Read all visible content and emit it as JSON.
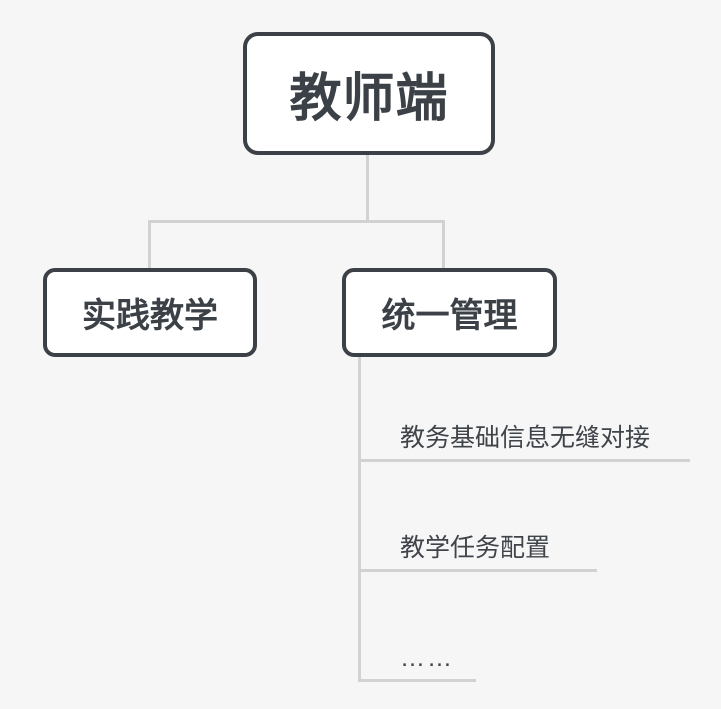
{
  "root": {
    "label": "教师端"
  },
  "children": [
    {
      "label": "实践教学",
      "items": []
    },
    {
      "label": "统一管理",
      "items": [
        {
          "label": "教务基础信息无缝对接"
        },
        {
          "label": "教学任务配置"
        },
        {
          "label": "……"
        }
      ]
    }
  ],
  "colors": {
    "background": "#f6f6f6",
    "node-border": "#3b4146",
    "node-fill": "#ffffff",
    "node-text": "#3b4146",
    "connector": "#d2d2d2",
    "item-text": "#3f444a"
  }
}
